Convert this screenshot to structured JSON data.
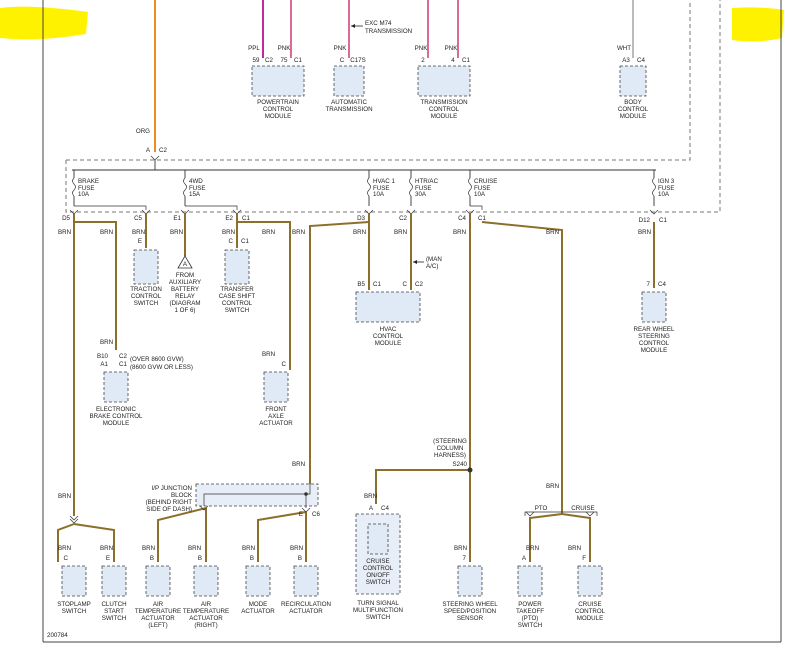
{
  "figure_id": "200784",
  "colors": {
    "brn": "#8c6f2b",
    "org": "#f08a24",
    "ppl": "#c02a9c",
    "pnk": "#d96b96",
    "wht": "#bbbbbb",
    "highlight": "#fff200"
  },
  "top": {
    "exc_note": [
      "EXC M74",
      "TRANSMISSION"
    ],
    "pcm": {
      "wire1": "PPL",
      "wire2": "PNK",
      "pin1": "59",
      "conn1": "C2",
      "pin2": "75",
      "conn2": "C1",
      "name": [
        "POWERTRAIN",
        "CONTROL",
        "MODULE"
      ]
    },
    "at": {
      "wire": "PNK",
      "pin": "C",
      "conn": "C17S",
      "name": [
        "AUTOMATIC",
        "TRANSMISSION"
      ]
    },
    "tcm": {
      "wire1": "PNK",
      "wire2": "PNK",
      "pin1": "2",
      "pin2": "4",
      "conn": "C1",
      "name": [
        "TRANSMISSION",
        "CONTROL",
        "MODULE"
      ]
    },
    "bcm": {
      "wire": "WHT",
      "pin": "A3",
      "conn": "C4",
      "name": [
        "BODY",
        "CONTROL",
        "MODULE"
      ]
    },
    "org_wire": "ORG",
    "a_pin": "A",
    "a_conn": "C2"
  },
  "fuses": [
    {
      "name": "BRAKE",
      "label": "FUSE",
      "amps": "10A"
    },
    {
      "name": "4WD",
      "label": "FUSE",
      "amps": "15A"
    },
    {
      "name": "HVAC 1",
      "label": "FUSE",
      "amps": "10A"
    },
    {
      "name": "HTR/AC",
      "label": "FUSE",
      "amps": "30A"
    },
    {
      "name": "CRUISE",
      "label": "FUSE",
      "amps": "10A"
    },
    {
      "name": "IGN 3",
      "label": "FUSE",
      "amps": "10A"
    }
  ],
  "fuse_pins": {
    "d5": "D5",
    "c5": "C5",
    "e1": "E1",
    "e2": "E2",
    "c1": "C1",
    "d3": "D3",
    "c2": "C2",
    "c4": "C4",
    "c1b": "C1",
    "d12": "D12",
    "c1c": "C1"
  },
  "brn": "BRN",
  "traction": {
    "pin": "E",
    "name": [
      "TRACTION",
      "CONTROL",
      "SWITCH"
    ]
  },
  "aux_relay": {
    "symbol": "A",
    "name": [
      "FROM",
      "AUXILIARY",
      "BATTERY",
      "RELAY",
      "(DIAGRAM",
      "1 OF 6)"
    ]
  },
  "transfer": {
    "pin": "C",
    "conn": "C1",
    "name": [
      "TRANSFER",
      "CASE SHIFT",
      "CONTROL",
      "SWITCH"
    ]
  },
  "hvac": {
    "pin1": "B5",
    "conn1": "C1",
    "pin2": "C",
    "conn2": "C2",
    "man_ac": [
      "(MAN",
      "A/C)"
    ],
    "name": [
      "HVAC",
      "CONTROL",
      "MODULE"
    ]
  },
  "rear_wheel": {
    "pin": "7",
    "conn": "C4",
    "name": [
      "REAR WHEEL",
      "STEERING",
      "CONTROL",
      "MODULE"
    ]
  },
  "ebcm": {
    "pin1": "B10",
    "conn1": "C2",
    "note1": "(OVER 8600 GVW)",
    "pin2": "A1",
    "conn2": "C1",
    "note2": "(8600 GVW OR LESS)",
    "name": [
      "ELECTRONIC",
      "BRAKE CONTROL",
      "MODULE"
    ]
  },
  "front_axle": {
    "pin": "C",
    "name": [
      "FRONT",
      "AXLE",
      "ACTUATOR"
    ]
  },
  "steering_harness": {
    "label": [
      "(STEERING",
      "COLUMN",
      "HARNESS)"
    ],
    "splice": "S240"
  },
  "ip_block": {
    "name": [
      "I/P JUNCTION",
      "BLOCK",
      "(BEHIND RIGHT",
      "SIDE OF DASH)"
    ],
    "pin": "E",
    "conn": "C6"
  },
  "turn_signal": {
    "pin": "A",
    "conn": "C4",
    "inner": [
      "CRUISE",
      "CONTROL",
      "ON/OFF",
      "SWITCH"
    ],
    "name": [
      "TURN SIGNAL",
      "MULTIFUNCTION",
      "SWITCH"
    ]
  },
  "pto_label": "PTO",
  "cruise_label": "CRUISE",
  "bottom": [
    {
      "pin": "C",
      "name": [
        "STOPLAMP",
        "SWITCH"
      ]
    },
    {
      "pin": "E",
      "name": [
        "CLUTCH",
        "START",
        "SWITCH"
      ]
    },
    {
      "pin": "B",
      "name": [
        "AIR",
        "TEMPERATURE",
        "ACTUATOR",
        "(LEFT)"
      ]
    },
    {
      "pin": "B",
      "name": [
        "AIR",
        "TEMPERATURE",
        "ACTUATOR",
        "(RIGHT)"
      ]
    },
    {
      "pin": "B",
      "name": [
        "MODE",
        "ACTUATOR"
      ]
    },
    {
      "pin": "B",
      "name": [
        "RECIRCULATION",
        "ACTUATOR"
      ]
    },
    {
      "pin": "7",
      "name": [
        "STEERING WHEEL",
        "SPEED/POSITION",
        "SENSOR"
      ]
    },
    {
      "pin": "A",
      "name": [
        "POWER",
        "TAKEOFF",
        "(PTO)",
        "SWITCH"
      ]
    },
    {
      "pin": "F",
      "name": [
        "CRUISE",
        "CONTROL",
        "MODULE"
      ]
    }
  ]
}
